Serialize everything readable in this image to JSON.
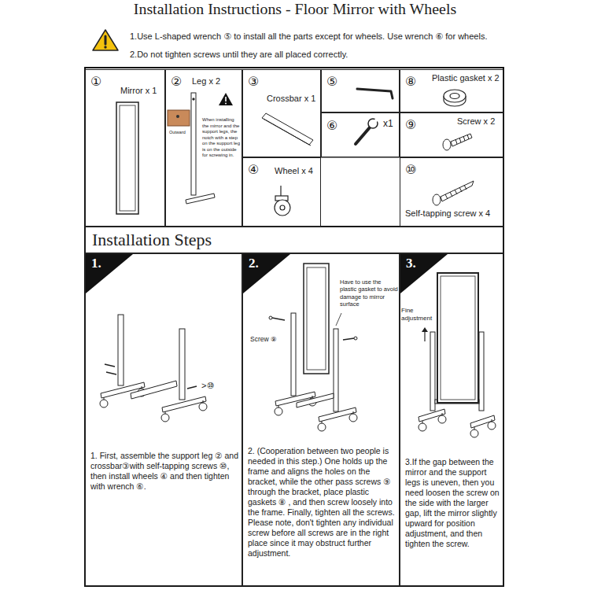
{
  "diagram": {
    "title": "Installation Instructions - Floor Mirror with Wheels",
    "nodes": [
      {
        "text": [
          "①",
          "Mirror x 1"
        ]
      },
      {
        "text": [
          "②",
          "Leg x 2",
          "Outward",
          "When installing the mirror and the support legs, the notch with a step on the support leg is on the outside for screwing in."
        ]
      },
      {
        "text": [
          "③",
          "Crossbar x 1"
        ]
      },
      {
        "text": [
          "④",
          "Wheel x 4"
        ]
      },
      {
        "text": [
          "⑤"
        ]
      },
      {
        "text": [
          "⑥",
          "x1"
        ]
      },
      {
        "text": [
          "⑧",
          "Plastic gasket x 2"
        ]
      },
      {
        "text": [
          "⑨",
          "Screw x 2"
        ]
      },
      {
        "text": [
          "⑩",
          "Self-tapping screw x 4"
        ]
      },
      {
        "text": [
          "Installation Steps"
        ]
      },
      {
        "text": [
          "1. First, assemble the support leg ② and crossbar③with self-tapping screws ⑩, then install wheels ④ and then tighten with wrench ⑥."
        ]
      },
      {
        "text": [
          "1."
        ],
        "in": 10
      },
      {
        "text": [
          "2. (Cooperation between two people is needed in this step.) One holds up the frame and aligns the holes on the bracket, while the other pass screws ⑨ through the bracket, place plastic gaskets ⑧ , and then screw loosely into the frame. Finally, tighten all the screws. Please note, don't tighten any individual screw before all screws are in the right place since it may obstruct further adjustment."
        ]
      },
      {
        "text": [
          "2."
        ],
        "in": 12
      },
      {
        "text": [
          "3.If the gap between the mirror and the support legs is uneven, then you need loosen the screw on the side with the larger gap, lift the mirror slightly upward for position adjustment, and then tighten the screw."
        ]
      },
      {
        "text": [
          "3."
        ],
        "in": 14
      }
    ],
    "labels": [
      "1.Use L-shaped wrench ⑤ to install all the parts except for wheels. Use wrench ⑥ for wheels.",
      "2.Do not tighten screws until they are all placed correctly.",
      ">⑩",
      "Screw ⑨",
      "Have to use the plastic gasket to avoid damage to mirror surface",
      "Fine adjustment"
    ]
  }
}
